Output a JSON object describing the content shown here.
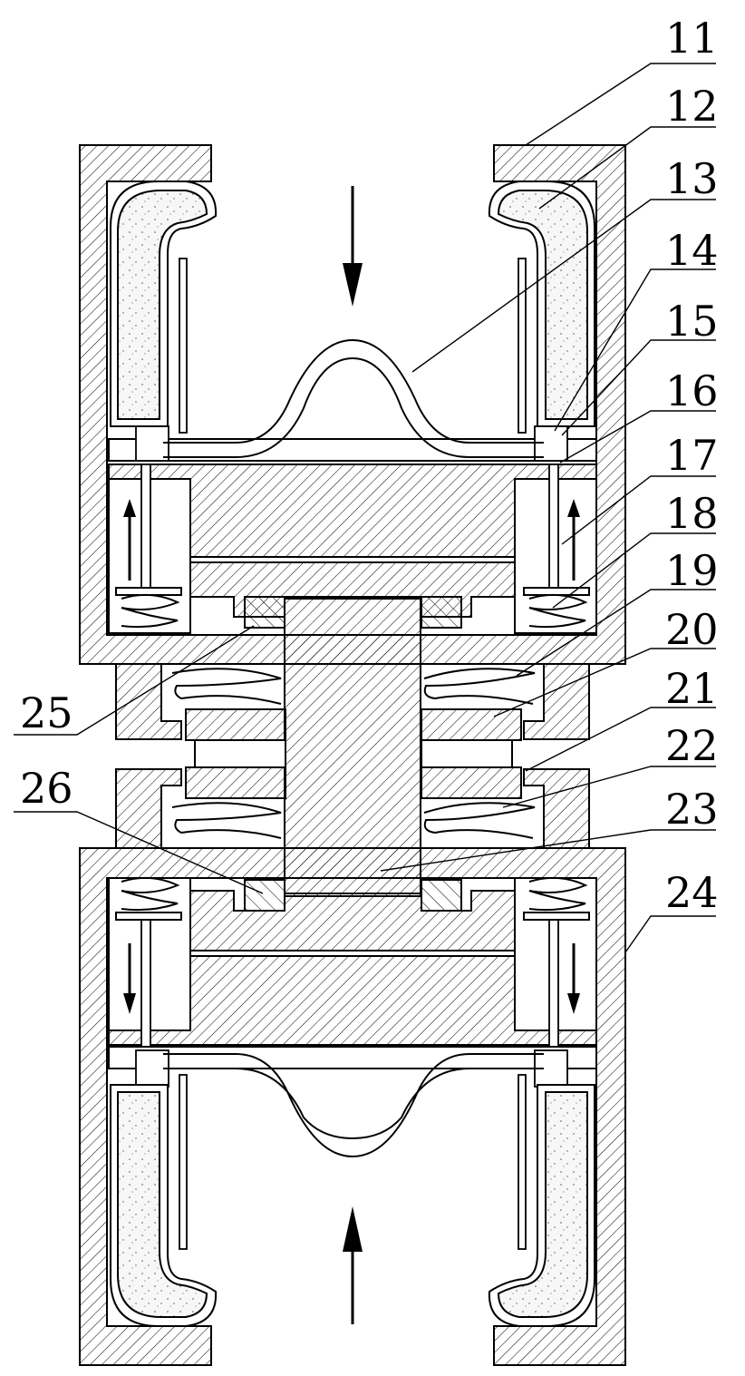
{
  "figure": {
    "labels": [
      "11",
      "12",
      "13",
      "14",
      "15",
      "16",
      "17",
      "18",
      "19",
      "20",
      "21",
      "22",
      "23",
      "24",
      "25",
      "26"
    ]
  },
  "colors": {
    "line": "#000000",
    "background": "#ffffff"
  },
  "arrows": {
    "top": "down",
    "bottom": "up",
    "side_upper": "up",
    "side_lower": "down"
  }
}
